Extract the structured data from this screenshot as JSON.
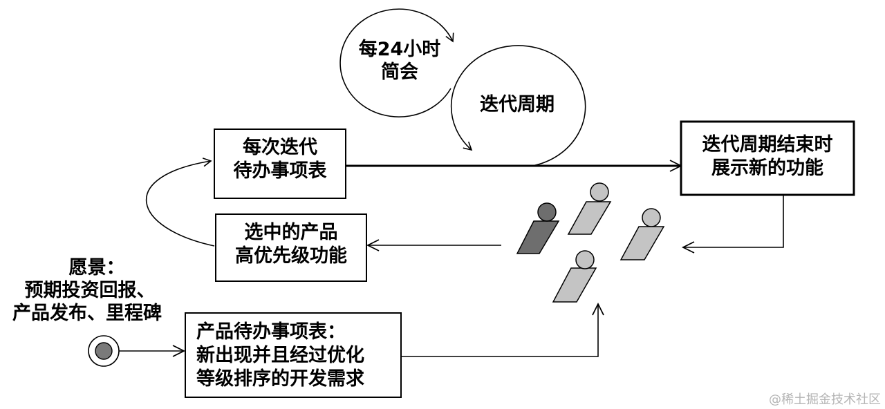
{
  "cycles": {
    "daily": {
      "line1": "每24小时",
      "line2": "简会"
    },
    "iteration": {
      "label": "迭代周期"
    }
  },
  "boxes": {
    "sprint_backlog": {
      "line1": "每次迭代",
      "line2": "待办事项表"
    },
    "sprint_review": {
      "line1": "迭代周期结束时",
      "line2": "展示新的功能"
    },
    "selected_features": {
      "line1": "选中的产品",
      "line2": "高优先级功能"
    },
    "product_backlog": {
      "line1": "产品待办事项表：",
      "line2": "新出现并且经过优化",
      "line3": "等级排序的开发需求"
    }
  },
  "vision": {
    "line1": "愿景：",
    "line2": "预期投资回报、",
    "line3": "产品发布、里程碑"
  },
  "watermark": "@稀土掘金技术社区",
  "colors": {
    "ink": "#000000",
    "person_light": "#c4c4c4",
    "person_dark": "#6e6e6e",
    "start_node": "#7a7a7a",
    "watermark": "#b5b5b5"
  }
}
